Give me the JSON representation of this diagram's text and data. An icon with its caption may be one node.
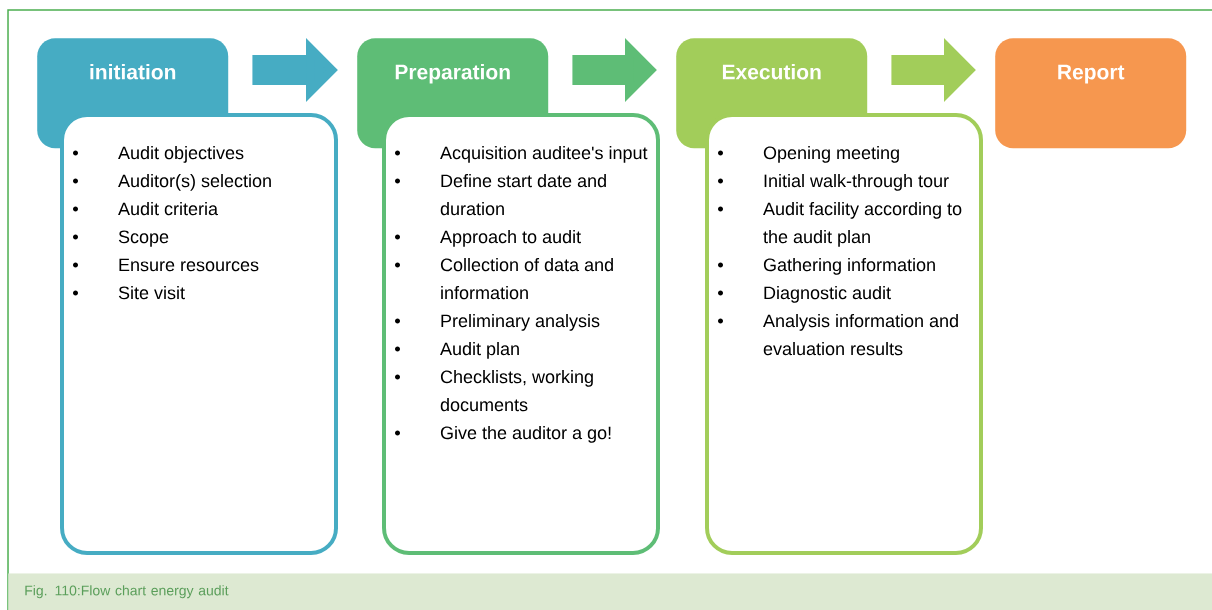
{
  "diagram": {
    "caption": "Fig. 110:Flow chart energy audit",
    "nodes": [
      {
        "text": [
          "initiation"
        ]
      },
      {
        "text": [
          "Audit objectives",
          "Auditor(s) selection",
          "Audit criteria",
          "Scope",
          "Ensure resources",
          "Site visit"
        ]
      },
      {
        "text": [
          "Preparation"
        ]
      },
      {
        "text": [
          "Acquisition auditee's input",
          "Define start date and duration",
          "Approach to audit",
          "Collection of data and information",
          "Preliminary analysis",
          "Audit plan",
          "Checklists, working documents",
          "Give the auditor a go!"
        ]
      },
      {
        "text": [
          "Execution"
        ]
      },
      {
        "text": [
          "Opening meeting",
          "Initial walk-through tour",
          "Audit facility according to the audit plan",
          "Gathering information",
          "Diagnostic audit",
          "Analysis information and evaluation results"
        ]
      },
      {
        "text": [
          "Report"
        ]
      }
    ],
    "edges": [
      {
        "from": 0,
        "to": 2,
        "arrow": "to",
        "color": "#46acc3"
      },
      {
        "from": 2,
        "to": 4,
        "arrow": "to",
        "color": "#5ebd76"
      },
      {
        "from": 4,
        "to": 6,
        "arrow": "to",
        "color": "#a2cd5a"
      }
    ]
  }
}
